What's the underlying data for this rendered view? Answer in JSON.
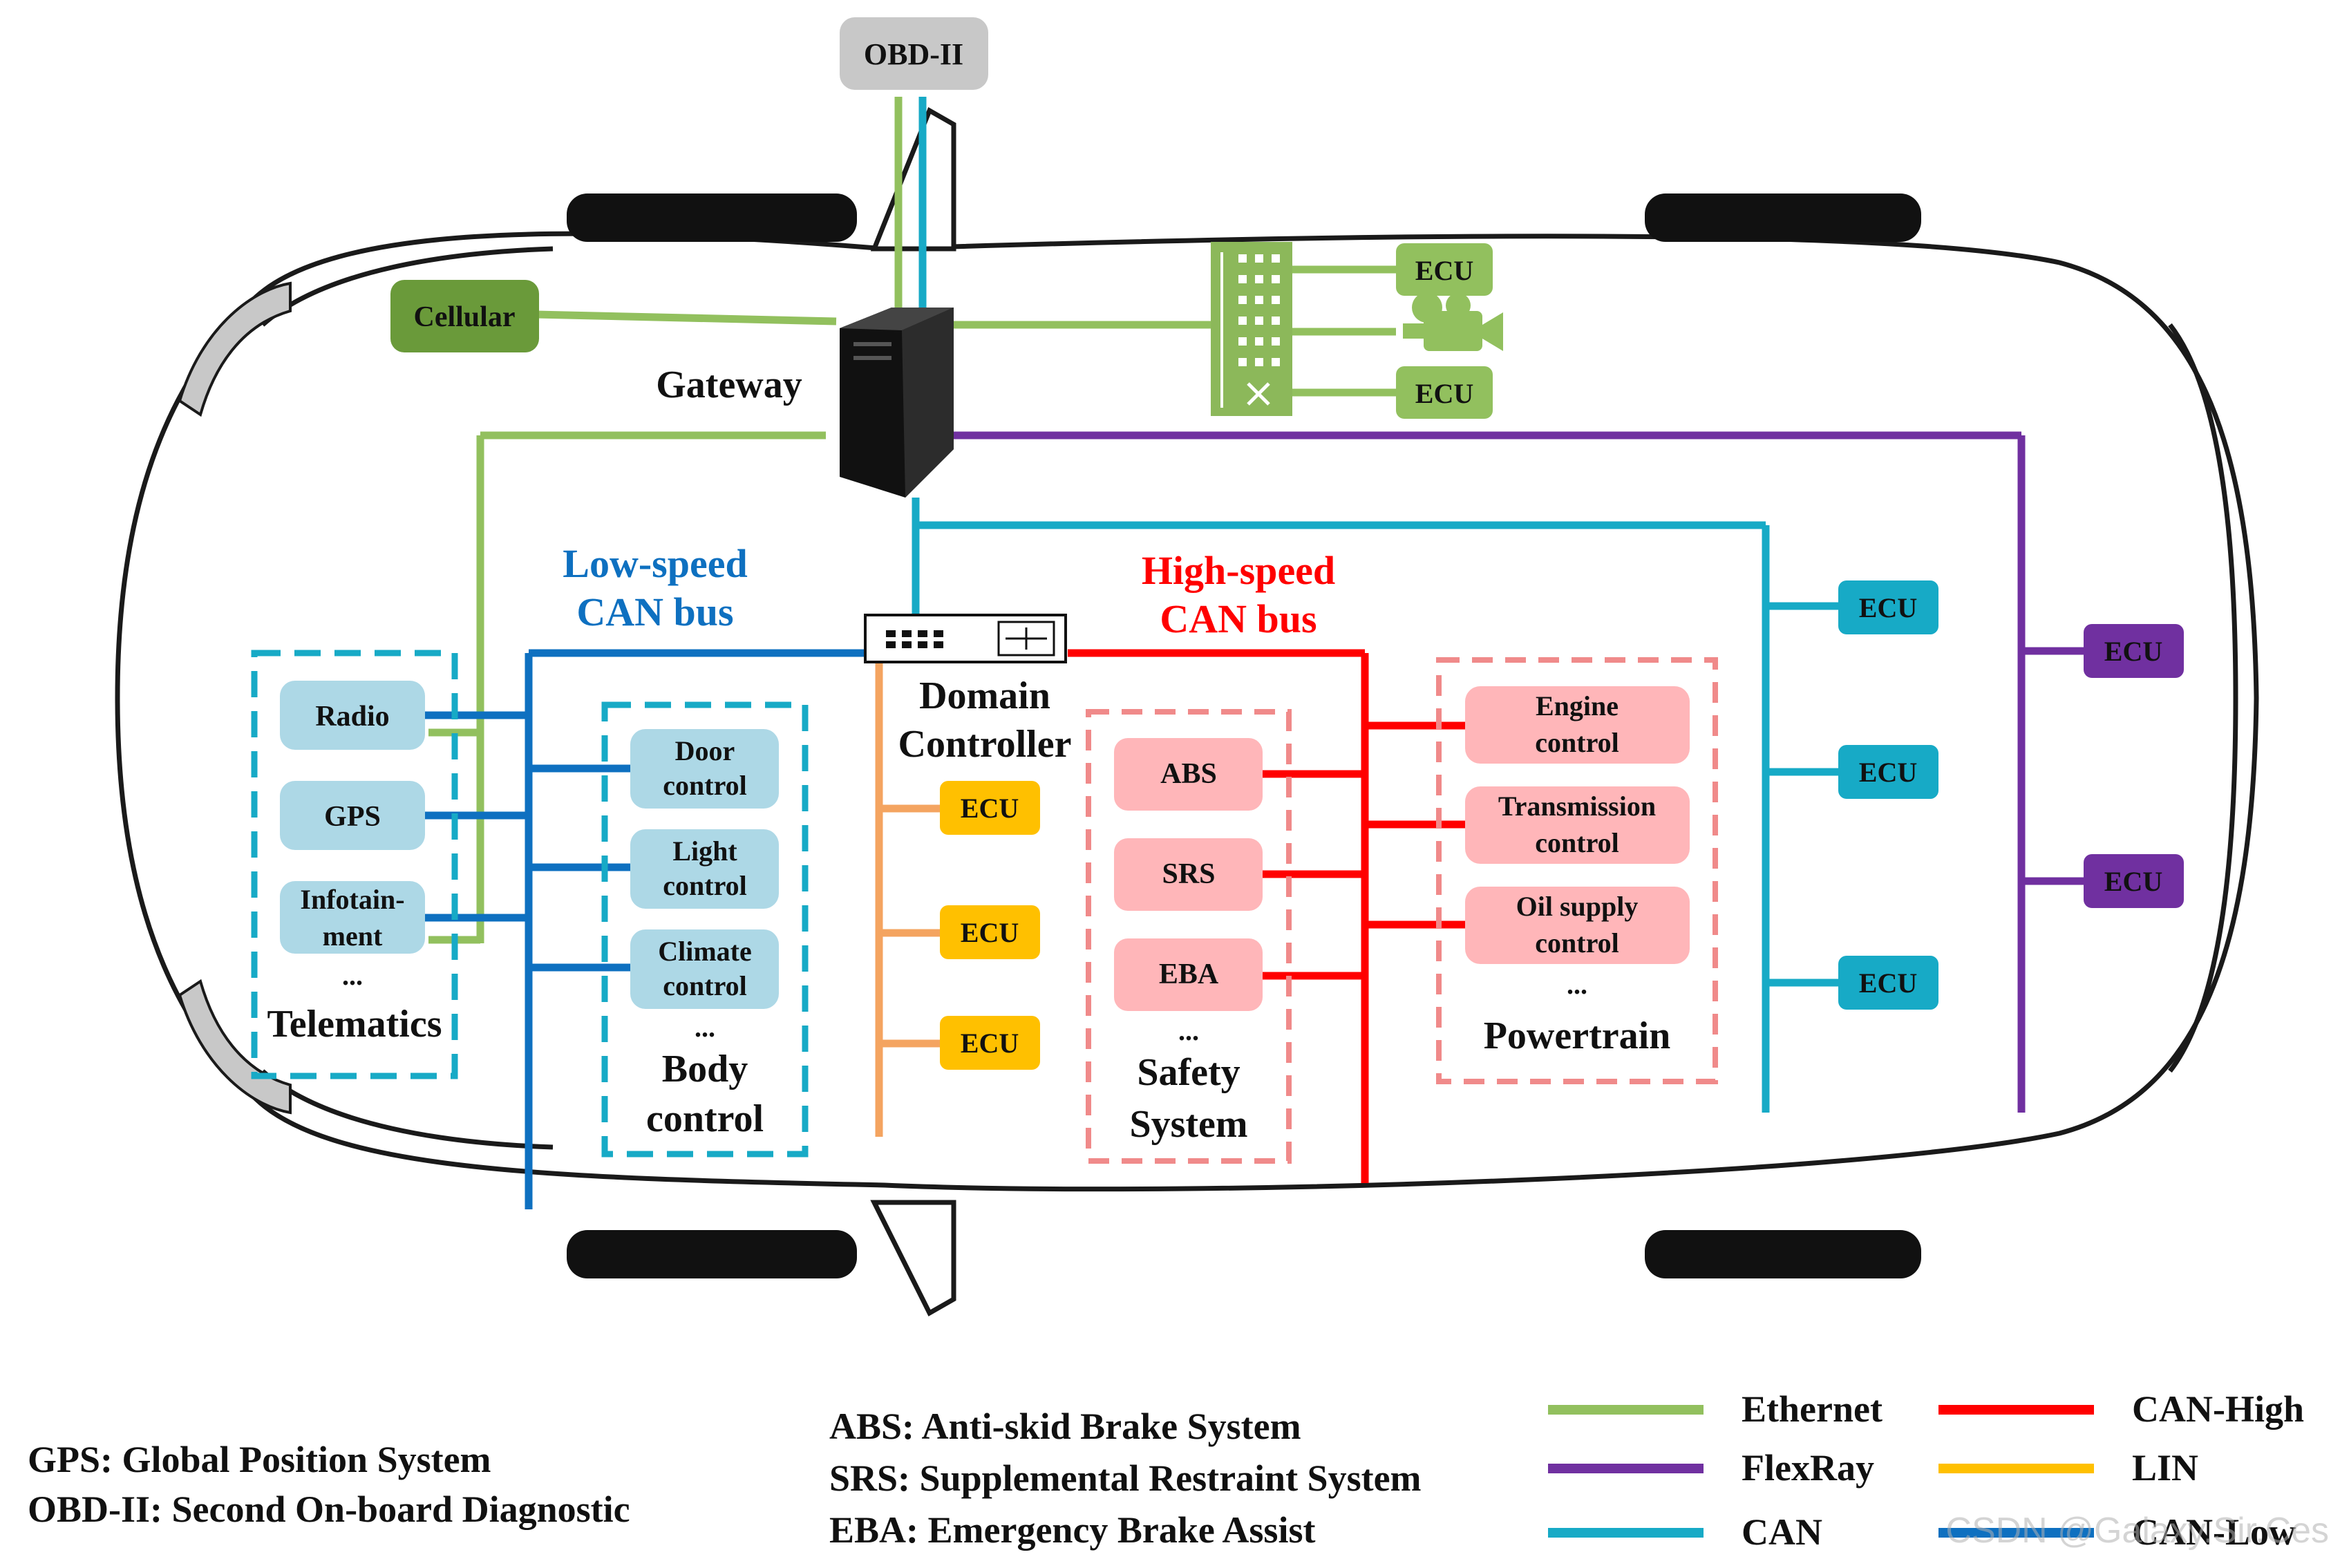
{
  "nodes": {
    "obd": "OBD-II",
    "cellular": "Cellular",
    "gateway": "Gateway",
    "domain_controller": [
      "Domain",
      "Controller"
    ],
    "ecu": "ECU",
    "radio": "Radio",
    "gps": "GPS",
    "infotainment": [
      "Infotain-",
      "ment"
    ],
    "door": [
      "Door",
      "control"
    ],
    "light": [
      "Light",
      "control"
    ],
    "climate": [
      "Climate",
      "control"
    ],
    "abs": "ABS",
    "srs": "SRS",
    "eba": "EBA",
    "engine": [
      "Engine",
      "control"
    ],
    "transmission": [
      "Transmission",
      "control"
    ],
    "oil": [
      "Oil supply",
      "control"
    ],
    "ellipsis": "..."
  },
  "groups": {
    "telematics": "Telematics",
    "body_control": [
      "Body",
      "control"
    ],
    "safety": [
      "Safety",
      "System"
    ],
    "powertrain": "Powertrain"
  },
  "buses": {
    "low_speed": [
      "Low-speed",
      "CAN bus"
    ],
    "high_speed": [
      "High-speed",
      "CAN bus"
    ]
  },
  "abbreviations": {
    "gps": "GPS: Global Position System",
    "obd": "OBD-II: Second On-board Diagnostic",
    "abs": "ABS: Anti-skid Brake System",
    "srs": "SRS: Supplemental Restraint System",
    "eba": "EBA: Emergency Brake Assist"
  },
  "legend": [
    {
      "label": "Ethernet",
      "color": "#92c05e"
    },
    {
      "label": "FlexRay",
      "color": "#7030a0"
    },
    {
      "label": "CAN",
      "color": "#17aac6"
    },
    {
      "label": "CAN-High",
      "color": "#ff0000"
    },
    {
      "label": "LIN",
      "color": "#ffc000"
    },
    {
      "label": "CAN-Low",
      "color": "#0e70c0"
    }
  ],
  "watermark": "CSDN @Galaxy.Sir.Ces",
  "colors": {
    "ethernet": "#92c05e",
    "flexray": "#7030a0",
    "can": "#17aac6",
    "can_high": "#ff0000",
    "lin": "#f4a460",
    "can_low": "#0e70c0",
    "blue_box": "#add8e6",
    "pink_box": "#ffb6b9",
    "green_box": "#6a9a3a",
    "ecu_yellow": "#ffc000",
    "ecu_cyan": "#17aac6",
    "ecu_purple": "#7030a0",
    "ecu_green": "#92c05e"
  }
}
